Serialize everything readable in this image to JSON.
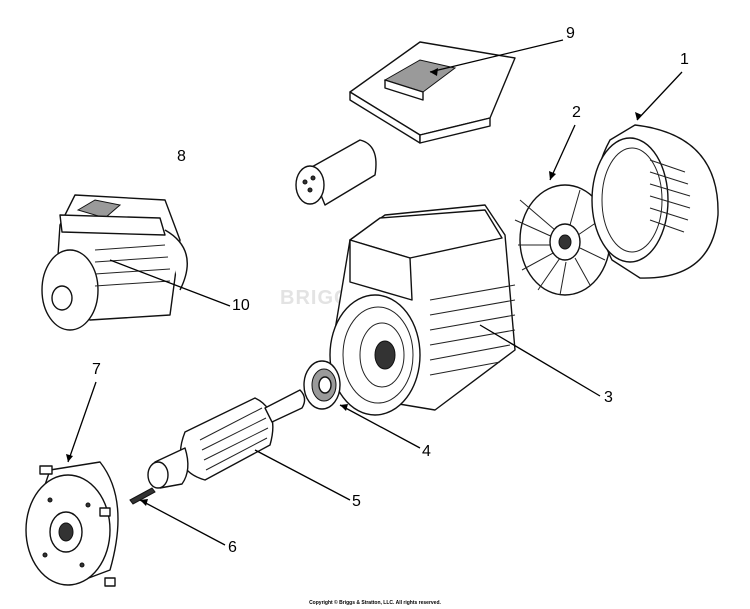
{
  "callouts": {
    "c1": "1",
    "c2": "2",
    "c3": "3",
    "c4": "4",
    "c5": "5",
    "c6": "6",
    "c7": "7",
    "c8": "8",
    "c9": "9",
    "c10": "10"
  },
  "watermark": "BRIGGS",
  "copyright": "Copyright © Briggs & Stratton, LLC. All rights reserved."
}
